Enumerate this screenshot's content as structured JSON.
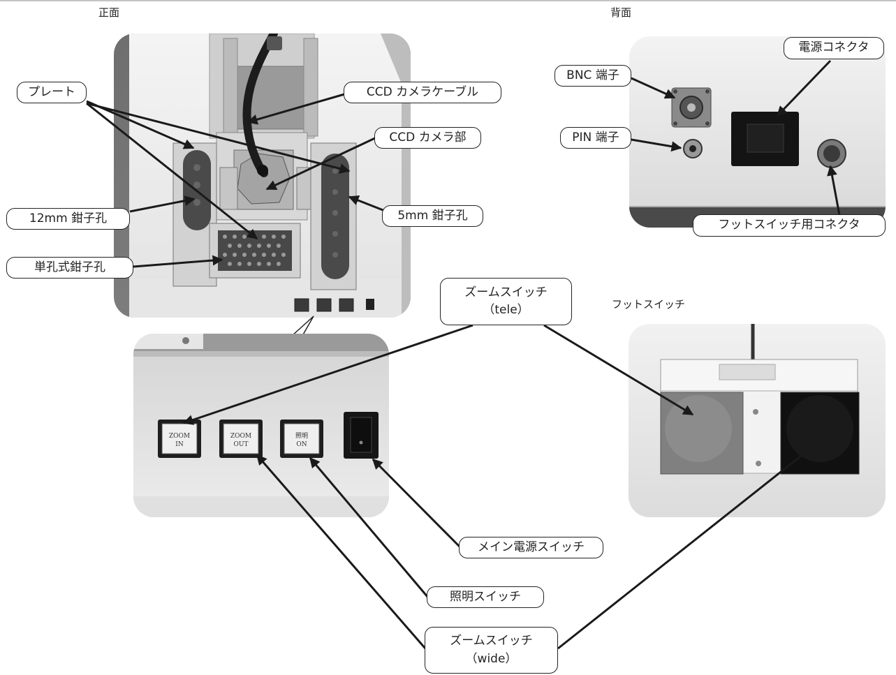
{
  "sections": {
    "front": "正面",
    "back": "背面",
    "footswitch": "フットスイッチ"
  },
  "labels": {
    "plate": "プレート",
    "ccd_cable": "CCD カメラケーブル",
    "ccd_unit": "CCD カメラ部",
    "hole_12mm": "12mm 鉗子孔",
    "hole_5mm": "5mm 鉗子孔",
    "single_hole": "単孔式鉗子孔",
    "bnc": "BNC 端子",
    "pin": "PIN 端子",
    "power_connector": "電源コネクタ",
    "footswitch_connector": "フットスイッチ用コネクタ",
    "zoom_tele_line1": "ズームスイッチ",
    "zoom_tele_line2": "（tele）",
    "main_power": "メイン電源スイッチ",
    "light_switch": "照明スイッチ",
    "zoom_wide_line1": "ズームスイッチ",
    "zoom_wide_line2": "（wide）"
  },
  "buttons": {
    "zoom_in_l1": "ZOOM",
    "zoom_in_l2": "IN",
    "zoom_out_l1": "ZOOM",
    "zoom_out_l2": "OUT",
    "light_l1": "照明",
    "light_l2": "ON"
  }
}
